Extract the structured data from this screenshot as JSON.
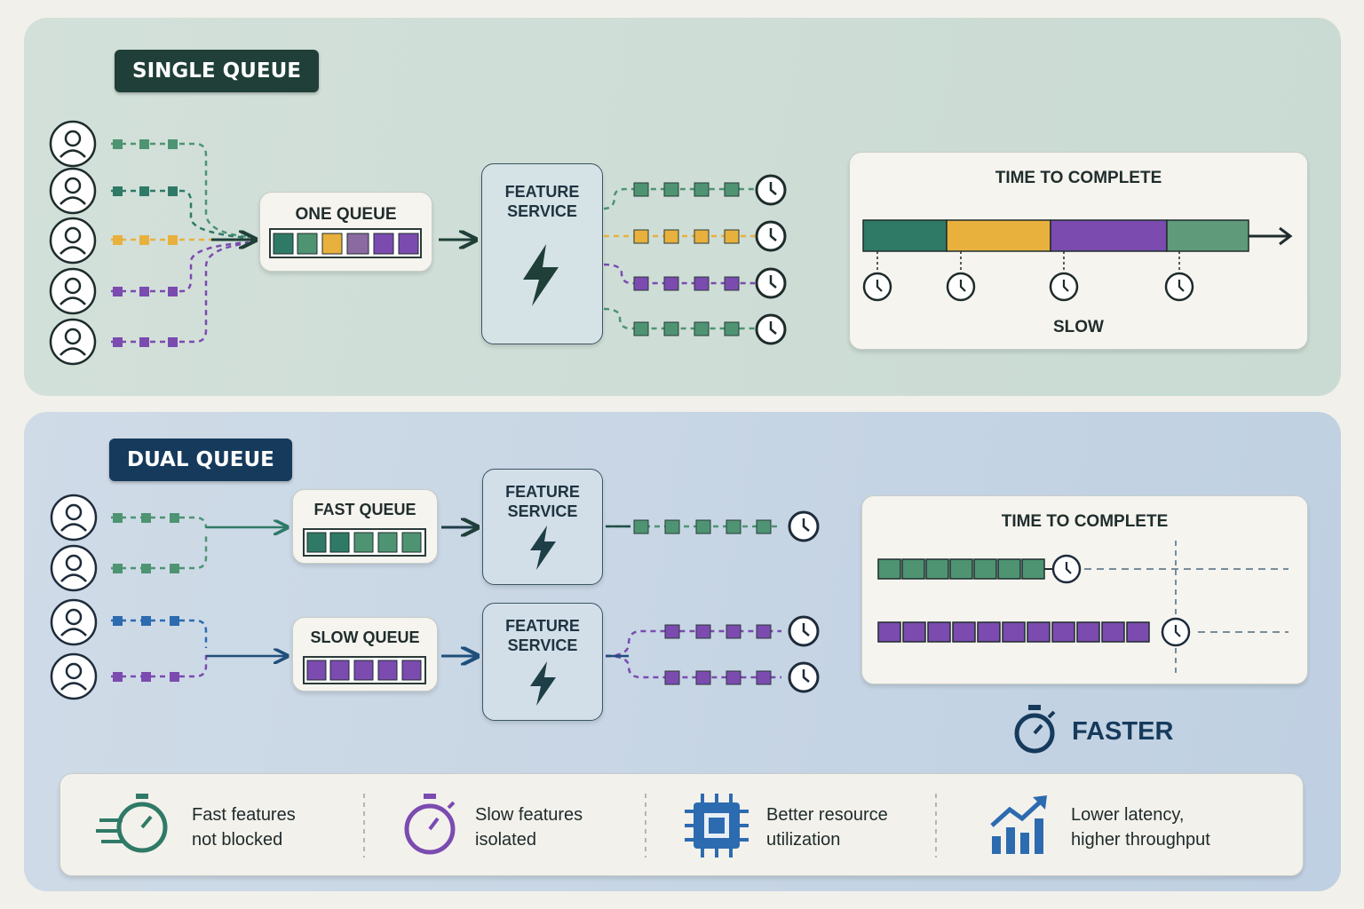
{
  "single": {
    "badge": "SINGLE QUEUE",
    "queue_label": "ONE QUEUE",
    "service_line1": "FEATURE",
    "service_line2": "SERVICE",
    "chart_title": "TIME TO COMPLETE",
    "chart_result": "SLOW"
  },
  "dual": {
    "badge": "DUAL QUEUE",
    "fast_queue_label": "FAST QUEUE",
    "slow_queue_label": "SLOW QUEUE",
    "service_line1": "FEATURE",
    "service_line2": "SERVICE",
    "chart_title": "TIME TO COMPLETE",
    "result_label": "FASTER"
  },
  "benefits": [
    {
      "line1": "Fast features",
      "line2": "not blocked",
      "icon": "speed-stopwatch-icon"
    },
    {
      "line1": "Slow features",
      "line2": "isolated",
      "icon": "stopwatch-icon"
    },
    {
      "line1": "Better resource",
      "line2": "utilization",
      "icon": "cpu-chip-icon"
    },
    {
      "line1": "Lower latency,",
      "line2": "higher throughput",
      "icon": "growth-chart-icon"
    }
  ],
  "colors": {
    "green": "#4e9473",
    "dark_green": "#2f7a66",
    "yellow": "#e8b13d",
    "purple": "#7b4bb0",
    "blue": "#2d6bb0",
    "navy": "#163a5c",
    "dark_teal": "#1f3f38"
  }
}
